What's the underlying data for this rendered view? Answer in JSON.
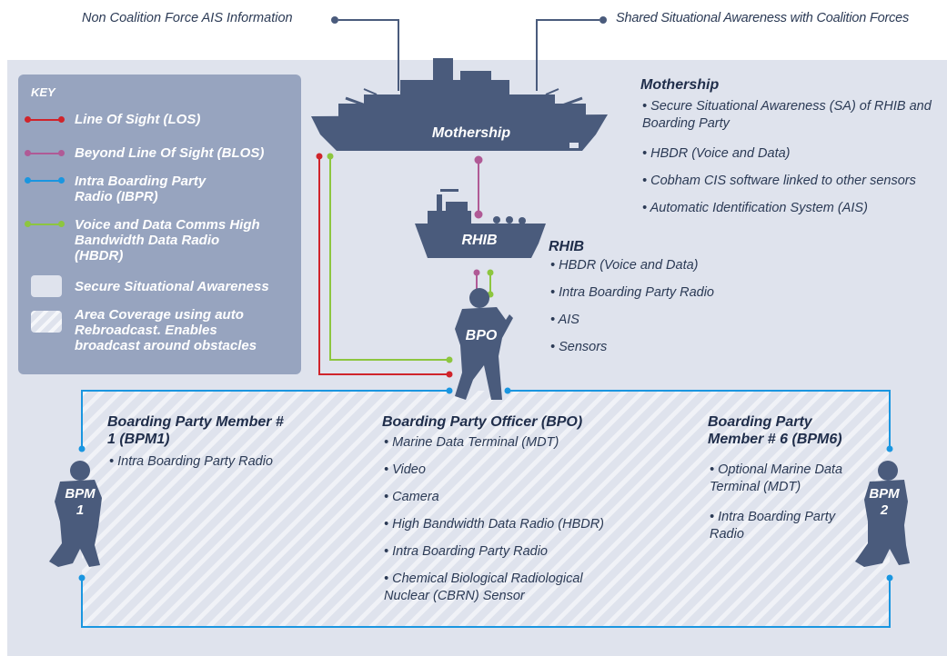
{
  "top": {
    "left_label": "Non Coalition Force AIS Information",
    "right_label": "Shared Situational Awareness with Coalition Forces"
  },
  "key": {
    "title": "KEY",
    "items": [
      {
        "label": "Line Of Sight (LOS)",
        "color": "#d0242b"
      },
      {
        "label": "Beyond Line Of Sight (BLOS)",
        "color": "#b05a96"
      },
      {
        "label": "Intra Boarding Party Radio (IBPR)",
        "color": "#1a96e0"
      },
      {
        "label": "Voice and Data Comms High Bandwidth Data Radio (HBDR)",
        "color": "#8dc63f"
      }
    ],
    "secure_label": "Secure Situational Awareness",
    "area_label": "Area Coverage using auto Rebroadcast. Enables broadcast around obstacles"
  },
  "vessels": {
    "mothership": "Mothership",
    "rhib": "RHIB",
    "bpo": "BPO",
    "bpm1": "BPM 1",
    "bpm2": "BPM 2"
  },
  "mothership": {
    "title": "Mothership",
    "bullets": [
      "Secure Situational Awareness (SA) of RHIB and Boarding Party",
      "HBDR (Voice and Data)",
      "Cobham CIS software linked to other sensors",
      "Automatic Identification System (AIS)"
    ]
  },
  "rhib": {
    "title": "RHIB",
    "bullets": [
      "HBDR (Voice and Data)",
      "Intra Boarding Party Radio",
      "AIS",
      "Sensors"
    ]
  },
  "bpm1": {
    "title": "Boarding Party Member # 1 (BPM1)",
    "bullets": [
      "Intra Boarding Party Radio"
    ]
  },
  "bpo": {
    "title": "Boarding Party Officer (BPO)",
    "bullets": [
      "Marine Data Terminal (MDT)",
      "Video",
      "Camera",
      "High Bandwidth Data Radio (HBDR)",
      "Intra Boarding Party Radio",
      "Chemical Biological Radiological Nuclear (CBRN) Sensor"
    ]
  },
  "bpm6": {
    "title": "Boarding Party Member # 6 (BPM6)",
    "bullets": [
      "Optional Marine Data Terminal (MDT)",
      "Intra Boarding Party Radio"
    ]
  },
  "colors": {
    "ink": "#4a5b7c",
    "panel": "#dfe3ed",
    "key_box": "#97a4bf",
    "los": "#d0242b",
    "blos": "#b05a96",
    "ibpr": "#1a96e0",
    "hbdr": "#8dc63f"
  }
}
